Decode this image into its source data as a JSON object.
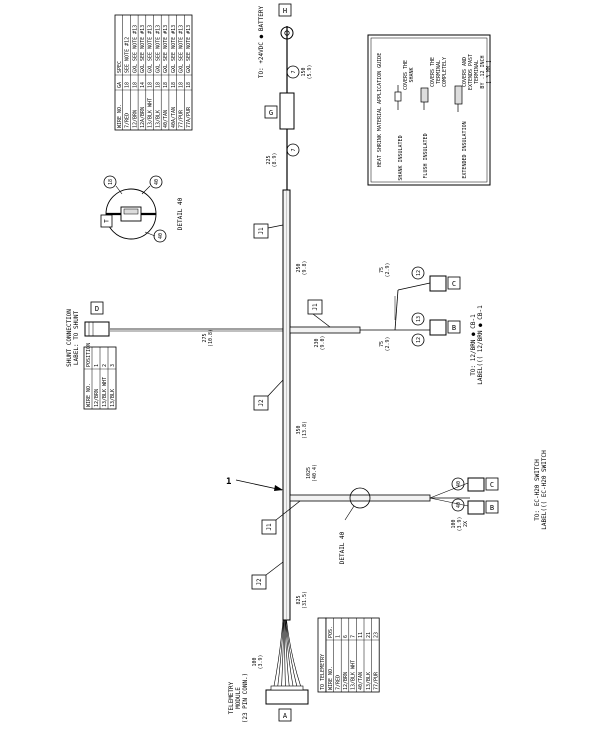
{
  "item_callout": "1",
  "connector_letters": {
    "a": "A",
    "b1": "B",
    "c1": "C",
    "b2": "B",
    "c2": "C",
    "d": "D",
    "g": "G",
    "h": "H"
  },
  "jacket_labels": {
    "j1_top": "J1",
    "j1_mid": "J1",
    "j1_low": "J1",
    "j2_upper": "J2",
    "j2_lower": "J2"
  },
  "dimensions": {
    "d100_a": "100",
    "d100_a_mm": "(3.9)",
    "d825": "825",
    "d825_mm": "(31.5)",
    "d350": "350",
    "d350_mm": "(13.8)",
    "d250": "250",
    "d250_mm": "(9.8)",
    "d225": "225",
    "d225_mm": "(8.9)",
    "d150": "150",
    "d150_mm": "(5.9)",
    "d275": "275",
    "d275_mm": "(10.8)",
    "d230": "230",
    "d230_mm": "(9.0)",
    "d75a": "75",
    "d75a_mm": "(2.9)",
    "d75b": "75",
    "d75b_mm": "(2.9)",
    "d1025": "1025",
    "d1025_mm": "(40.4)",
    "d100_b": "100",
    "d100_b_mm": "(3.9)",
    "d100_b_x": "2X"
  },
  "connection_labels": {
    "telemetry_1": "TELEMETRY",
    "telemetry_2": "MODULE",
    "telemetry_3": "(23 PIN CONN.)",
    "battery": "TO: +24VDC ● BATTERY",
    "cb1_1": "TO: 12/BRN ● CB-1",
    "cb1_2": "LABEL((( 12/BRN ● CB-1",
    "ec_1": "TO: EC-H20 SWITCH",
    "ec_2": "LABEL((( EC-H20 SWITCH",
    "shunt_1": "SHUNT CONNECTION",
    "shunt_2": "LABEL: TO SHUNT"
  },
  "wire_tags": {
    "w7_top": "7",
    "w7_mid": "7",
    "w12a": "12",
    "w12b": "12",
    "w13": "13",
    "w18": "18",
    "w40a": "40",
    "w40b": "40",
    "w40c": "40"
  },
  "detail_labels": {
    "detail_main": "DETAIL 40",
    "detail_ref": "DETAIL 40",
    "detail_t": "T"
  },
  "spec_table": {
    "headers": [
      "WIRE NO.",
      "GA",
      "SPEC"
    ],
    "rows": [
      [
        "7/RED",
        "18",
        "SEE NOTE #12"
      ],
      [
        "12/BRN",
        "18",
        "GXL SEE NOTE #13"
      ],
      [
        "12A/BRN",
        "14",
        "GXL SEE NOTE #13"
      ],
      [
        "13/BLK WHT",
        "18",
        "GXL SEE NOTE #13"
      ],
      [
        "13/BLK",
        "18",
        "GXL SEE NOTE #13"
      ],
      [
        "40/TAN",
        "18",
        "GXL SEE NOTE #13"
      ],
      [
        "40A/TAN",
        "18",
        "GXL SEE NOTE #13"
      ],
      [
        "77/PUR",
        "18",
        "GXL SEE NOTE #13"
      ],
      [
        "77A/PUR",
        "18",
        "GXL SEE NOTE #13"
      ]
    ]
  },
  "shunt_table": {
    "headers": [
      "WIRE NO.",
      "POSITION"
    ],
    "rows": [
      [
        "12/BRN",
        "1"
      ],
      [
        "13/BLK WHT",
        "2"
      ],
      [
        "13/BLK",
        "3"
      ]
    ]
  },
  "telemetry_table": {
    "title": "TO TELEMETRY",
    "headers": [
      "WIRE NO.",
      "POS."
    ],
    "rows": [
      [
        "7/RED",
        "1"
      ],
      [
        "12/BRN",
        "6"
      ],
      [
        "13/BLK WHT",
        "7"
      ],
      [
        "40/TAN",
        "11"
      ],
      [
        "13/BLK",
        "21"
      ],
      [
        "77/PUR",
        "23"
      ]
    ]
  },
  "heat_shrink_guide": {
    "title": "HEAT SHRINK MATERIAL APPLICATION GUIDE",
    "row1_label": "SHANK INSULATED",
    "row1_note_1": "COVERS THE",
    "row1_note_2": "SHANK",
    "row2_label": "FLUSH INSULATED",
    "row2_note_1": "COVERS THE",
    "row2_note_2": "TERMINAL",
    "row2_note_3": "COMPLETELY",
    "row3_label": "EXTENDED INSULATION",
    "row3_note_1": "COVERS AND",
    "row3_note_2": "EXTENDS PAST",
    "row3_note_3": "TERMINAL",
    "row3_note_4": "BY .12 INCH",
    "row3_note_5": "[ 3 MM ]"
  }
}
